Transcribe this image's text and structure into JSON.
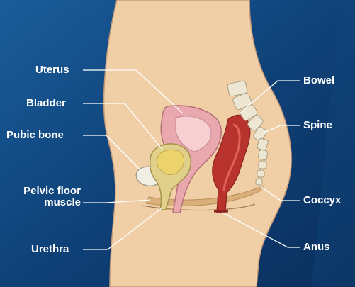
{
  "labels": {
    "uterus": "Uterus",
    "bladder": "Bladder",
    "pubic_bone": "Pubic bone",
    "pelvic_floor_line1": "Pelvic floor",
    "pelvic_floor_line2": "muscle",
    "urethra": "Urethra",
    "bowel": "Bowel",
    "spine": "Spine",
    "coccyx": "Coccyx",
    "anus": "Anus"
  },
  "colors": {
    "background_dark": "#0b3566",
    "background_light": "#1a66a6",
    "skin": "#f0cfa7",
    "skin_outline": "#c89a78",
    "uterus": "#e9a8ae",
    "uterus_inner": "#f7cfd2",
    "bladder": "#e1d08a",
    "bladder_inner": "#ecd36b",
    "pubic_bone": "#f1eee4",
    "spine": "#ece6d2",
    "bowel": "#b8332d",
    "bowel_inner": "#e0625a",
    "pelvic_floor": "#d9b07a",
    "leader_line": "#ffffff"
  }
}
